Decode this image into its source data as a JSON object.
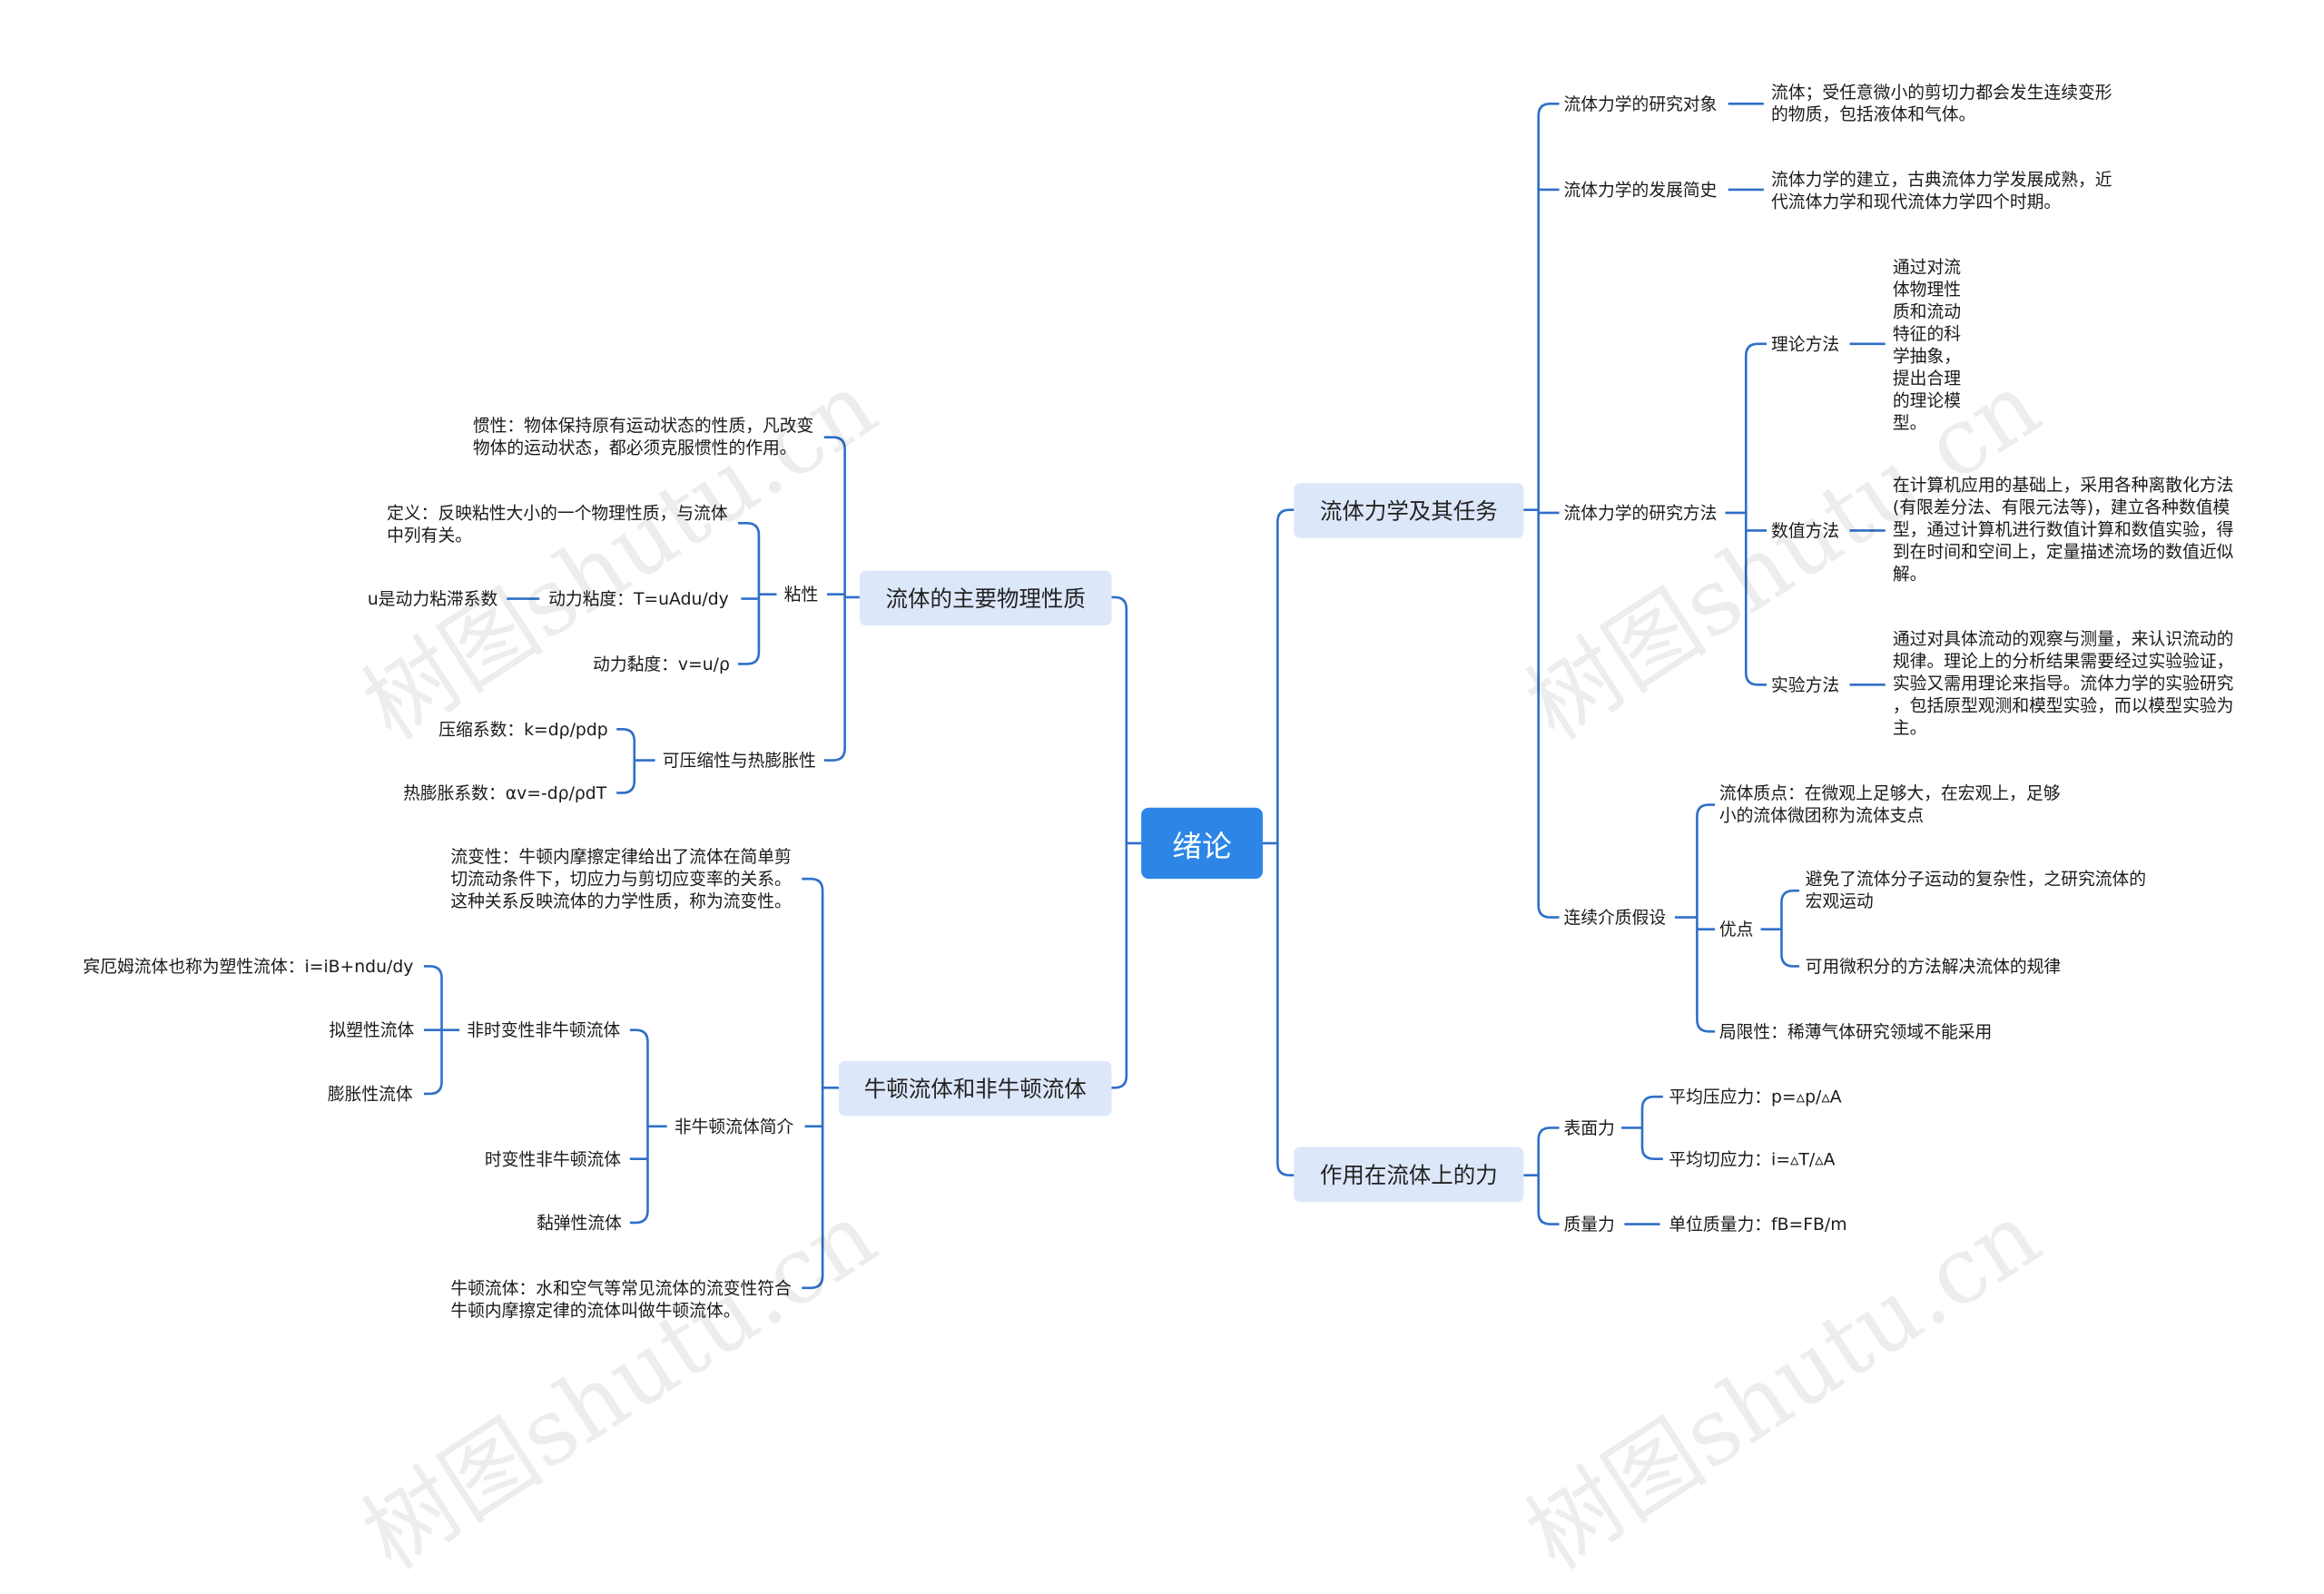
{
  "root": "绪论",
  "watermark": "树图shutu.cn",
  "colors": {
    "line": "#2f6fc9",
    "root_bg": "#2d86e6",
    "topic_bg": "#dde7fa"
  },
  "right": {
    "tasks": {
      "label": "流体力学及其任务",
      "object": {
        "label": "流体力学的研究对象",
        "text": "流体；受任意微小的剪切力都会发生连续变形\n的物质，包括液体和气体。"
      },
      "history": {
        "label": "流体力学的发展简史",
        "text": "流体力学的建立，古典流体力学发展成熟，近\n代流体力学和现代流体力学四个时期。"
      },
      "methods": {
        "label": "流体力学的研究方法",
        "theory": {
          "label": "理论方法",
          "text": "通过对流\n体物理性\n质和流动\n特征的科\n学抽象，\n提出合理\n的理论模\n型。"
        },
        "numeric": {
          "label": "数值方法",
          "text": "在计算机应用的基础上，采用各种离散化方法\n(有限差分法、有限元法等)，建立各种数值模\n型，通过计算机进行数值计算和数值实验，得\n到在时间和空间上，定量描述流场的数值近似\n解。"
        },
        "experiment": {
          "label": "实验方法",
          "text": "通过对具体流动的观察与测量，来认识流动的\n规律。理论上的分析结果需要经过实验验证，\n实验又需用理论来指导。流体力学的实验研究\n，包括原型观测和模型实验，而以模型实验为\n主。"
        }
      },
      "continuum": {
        "label": "连续介质假设",
        "particle": "流体质点：在微观上足够大，在宏观上，足够\n小的流体微团称为流体支点",
        "merit": {
          "label": "优点",
          "a": "避免了流体分子运动的复杂性，之研究流体的\n宏观运动",
          "b": "可用微积分的方法解决流体的规律"
        },
        "limit": "局限性：稀薄气体研究领域不能采用"
      }
    },
    "forces": {
      "label": "作用在流体上的力",
      "surface": {
        "label": "表面力",
        "a": "平均压应力：p=▵p/▵A",
        "b": "平均切应力：i=▵T/▵A"
      },
      "mass": {
        "label": "质量力",
        "a": "单位质量力：fB=FB/m"
      }
    }
  },
  "left": {
    "props": {
      "label": "流体的主要物理性质",
      "inertia": "惯性：物体保持原有运动状态的性质，凡改变\n物体的运动状态，都必须克服惯性的作用。",
      "viscosity": {
        "label": "粘性",
        "def": "定义：反映粘性大小的一个物理性质，与流体\n中列有关。",
        "dyn": "动力粘度：T=uAdu/dy",
        "mu": "u是动力粘滞系数",
        "kin": "动力黏度：v=u/ρ"
      },
      "compress": {
        "label": "可压缩性与热膨胀性",
        "k": "压缩系数：k=dρ/pdp",
        "av": "热膨胀系数：αv=-dρ/ρdT"
      }
    },
    "newton": {
      "label": "牛顿流体和非牛顿流体",
      "rheology": "流变性：牛顿内摩擦定律给出了流体在简单剪\n切流动条件下，切应力与剪切应变率的关系。\n这种关系反映流体的力学性质，称为流变性。",
      "non": {
        "label": "非牛顿流体简介",
        "tind": {
          "label": "非时变性非牛顿流体",
          "bingham": "宾厄姆流体也称为塑性流体：i=iB+ndu/dy",
          "pseudo": "拟塑性流体",
          "dilat": "膨胀性流体"
        },
        "tdep": "时变性非牛顿流体",
        "visco": "黏弹性流体"
      },
      "newtonian": "牛顿流体：水和空气等常见流体的流变性符合\n牛顿内摩擦定律的流体叫做牛顿流体。"
    }
  }
}
